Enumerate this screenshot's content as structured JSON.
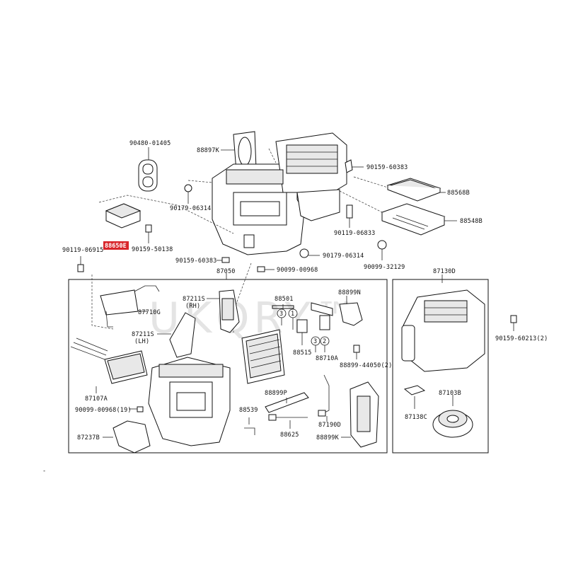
{
  "watermark": "UKQRY™",
  "highlight_color": "#d8262b",
  "highlighted_part": "88650E",
  "parts": [
    {
      "id": "p01",
      "label": "90480-01405"
    },
    {
      "id": "p02",
      "label": "88897K"
    },
    {
      "id": "p03",
      "label": "90159-60383"
    },
    {
      "id": "p04",
      "label": "88568B"
    },
    {
      "id": "p05",
      "label": "90179-06314"
    },
    {
      "id": "p06",
      "label": "88548B"
    },
    {
      "id": "p07",
      "label": "90119-06833"
    },
    {
      "id": "p08",
      "label": "90119-06915"
    },
    {
      "id": "p09",
      "label": "88650E"
    },
    {
      "id": "p10",
      "label": "90159-50138"
    },
    {
      "id": "p11",
      "label": "90159-60383"
    },
    {
      "id": "p12",
      "label": "90179-06314"
    },
    {
      "id": "p13",
      "label": "90099-32129"
    },
    {
      "id": "p14",
      "label": "90099-00968"
    },
    {
      "id": "p15",
      "label": "87050"
    },
    {
      "id": "p16",
      "label": "87130D"
    },
    {
      "id": "p17",
      "label": "87211S"
    },
    {
      "id": "p18",
      "label": "(RH)"
    },
    {
      "id": "p19",
      "label": "88501"
    },
    {
      "id": "p20",
      "label": "88899N"
    },
    {
      "id": "p21",
      "label": "87710G"
    },
    {
      "id": "p22",
      "label": "87211S"
    },
    {
      "id": "p23",
      "label": "(LH)"
    },
    {
      "id": "p24",
      "label": "88515"
    },
    {
      "id": "p25",
      "label": "88710A"
    },
    {
      "id": "p26",
      "label": "90159-60213(2)"
    },
    {
      "id": "p27",
      "label": "88899-44050(2)"
    },
    {
      "id": "p28",
      "label": "87107A"
    },
    {
      "id": "p29",
      "label": "88899P"
    },
    {
      "id": "p30",
      "label": "87103B"
    },
    {
      "id": "p31",
      "label": "90099-00968(19)"
    },
    {
      "id": "p32",
      "label": "88539"
    },
    {
      "id": "p33",
      "label": "87138C"
    },
    {
      "id": "p34",
      "label": "87190D"
    },
    {
      "id": "p35",
      "label": "88625"
    },
    {
      "id": "p36",
      "label": "88899K"
    },
    {
      "id": "p37",
      "label": "87237B"
    }
  ],
  "circle_markers": [
    "3",
    "1",
    "3",
    "2"
  ],
  "footnote": "-"
}
